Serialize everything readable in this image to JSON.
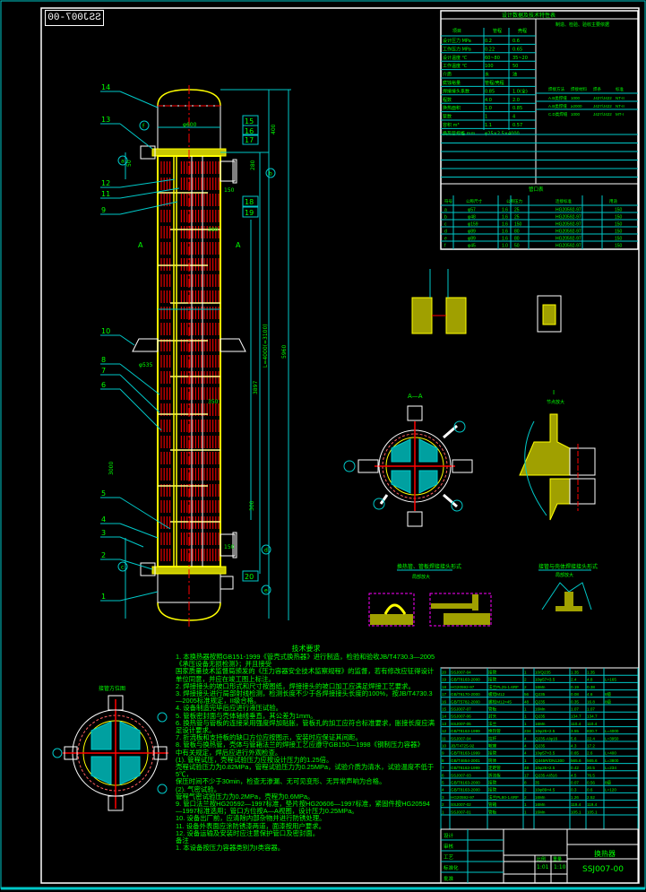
{
  "drawing_number": "SSJ007-00",
  "drawing_title": "换热器",
  "title_block": {
    "scale": "1:10",
    "sheet": "1:01",
    "labels": [
      "设计",
      "审核",
      "工艺",
      "标准化",
      "批准",
      "比例",
      "重量"
    ]
  },
  "design_table": {
    "title": "设计数据及技术特性表",
    "header": [
      "项目",
      "管程",
      "壳程"
    ],
    "right_title": "制造、检验、验收主要依据",
    "rows": [
      [
        "设计压力 MPa",
        "0.2",
        "0.6"
      ],
      [
        "工作压力 MPa",
        "0.22",
        "0.65"
      ],
      [
        "设计温度 ℃",
        "60~80",
        "35~20"
      ],
      [
        "工作温度 ℃",
        "100",
        "50"
      ],
      [
        "介质",
        "水",
        "油"
      ],
      [
        "腐蚀裕量",
        "管程/壳程",
        ""
      ],
      [
        "焊接接头系数",
        "0.85",
        "1.0(全)"
      ],
      [
        "程数",
        "4.0",
        "2.0"
      ],
      [
        "换热面积",
        "1.0",
        "0.85"
      ],
      [
        "管数",
        "1",
        "4"
      ],
      [
        "容积 m³",
        "1.1",
        "0.57"
      ],
      [
        "换热管规格 mm",
        "φ25×2.5×4000",
        ""
      ]
    ],
    "weld_header": [
      "焊接方法",
      "焊接材料",
      "焊条",
      "标准"
    ],
    "weld_rows": [
      [
        "A.B类焊缝",
        "1000",
        "J427/J422",
        "NT-II"
      ],
      [
        "A.B类焊缝",
        "≥2000",
        "J427/J422",
        "NT-II"
      ],
      [
        "C.D类焊缝",
        "1000",
        "J427/J422",
        "MT-I"
      ]
    ]
  },
  "nozzle_table": {
    "title": "管口表",
    "header": [
      "符号",
      "公称尺寸",
      "公称压力",
      "连接标准",
      "用途"
    ],
    "rows": [
      [
        "a",
        "φ57",
        "1.6",
        "25",
        "HG20592-97",
        "150"
      ],
      [
        "b",
        "φ48",
        "1.6",
        "25",
        "HG20592-97",
        "150"
      ],
      [
        "c",
        "φ159",
        "1.6",
        "150",
        "HG20592-97",
        "150"
      ],
      [
        "d",
        "φ89",
        "1.6",
        "80",
        "HG20592-97",
        "150"
      ],
      [
        "e",
        "φ89",
        "1.6",
        "80",
        "HG20592-97",
        "150"
      ],
      [
        "f",
        "φ45",
        "1.0",
        "50",
        "HG20592-97",
        "150"
      ]
    ]
  },
  "tech_requirements": {
    "title": "技术要求",
    "lines": [
      "1. 本换热器按照GB151-1999《管壳式换热器》进行制造，检验和验收JB/T4730.3—2005《承压设备无损检测》；并且接受",
      "   国家质量技术监督局颁发的《压力容器安全技术监察规程》的监督，若有修改应征得设计单位同意，并应在竣工图上标注。",
      "2. 焊接接头的坡口形式和尺寸按图纸，焊接接头的坡口加工应满足焊接工艺要求。",
      "3. 焊接接头进行局部射线检测，检测长度不少于各焊接接头长度的100%，按JB/T4730.3—2005标准规定，II级合格。",
      "4. 设备制造完毕后应进行液压试验。",
      "5. 管板密封面与壳体轴线垂直，其公差为1mm。",
      "6. 换热管与管板的连接采用强度焊加贴胀，管板孔的加工应符合标准要求，胀接长度应满足设计要求。",
      "7. 折流板和支持板的缺口方位应按图示，安装时应保证其间距。",
      "8. 管板与换热管，壳体与管箱法兰的焊接工艺应遵守GB150—1998《钢制压力容器》",
      "   中有关规定，焊后应进行外观检查。",
      "  (1). 管程试压，壳程试验压力应按设计压力的1.25倍。",
      "      壳程试验压力为0.82MPa，管程试验压力为0.25MPa，试验介质为清水，试验温度不低于5℃，",
      "      保压时间不少于30min，检查无渗漏、无可见变形、无异常声响为合格。",
      "  (2). 气密试验。",
      "      管程气密试验压力为0.2MPa，壳程为0.6MPa。",
      "9. 管口法兰按HG20592—1997标准，垫片按HG20606—1997标准，紧固件按HG20594",
      "   —1997标准选用；管口方位按A—A视图，设计压力0.25MPa。",
      "10. 设备出厂前，应清除内部杂物并进行防锈处理。",
      "11. 设备外表面应涂防锈漆两道，面漆按用户要求。",
      "12. 设备运输及安装时应注意保护管口及密封面。",
      "   备注",
      "1. 本设备按压力容器类别为I类容器。"
    ]
  },
  "parts_list": {
    "rows": [
      [
        "20",
        "SSJ007-04",
        "接管",
        "1",
        "10/Q235",
        "1.35",
        "1.35",
        ""
      ],
      [
        "19",
        "GB/T8163-2000",
        "接管",
        "2",
        "10φ57×3.5",
        "2.4",
        "4.8",
        "L=165"
      ],
      [
        "18",
        "HG20592-97",
        "法兰PL25-1.6RF",
        "2",
        "16Mn",
        "0.19",
        "0.38",
        ""
      ],
      [
        "17",
        "GB/T6170-2000",
        "螺母M12",
        "56",
        "Q235",
        "0.08",
        "4.6",
        "8级"
      ],
      [
        "16",
        "GB/T5782-2000",
        "螺栓M12×45",
        "48",
        "Q235",
        "0.35",
        "16.8",
        "8级"
      ],
      [
        "15",
        "SSJ007-07",
        "管板",
        "1",
        "16Mn",
        "1.07",
        "1.07",
        ""
      ],
      [
        "14",
        "SSJ007-06",
        "封头",
        "1",
        "Q235",
        "134.7",
        "134.7",
        ""
      ],
      [
        "13",
        "SSJ007-05",
        "法兰",
        "1",
        "16Mn",
        "110.4",
        "110.4",
        ""
      ],
      [
        "12",
        "GB/T8163-1999",
        "换热管",
        "234",
        "10φ25×2.5",
        "3.55",
        "830.7",
        "L=4000"
      ],
      [
        "11",
        "SSJ007-04",
        "拉杆",
        "4",
        "Q235-A/φ16",
        "5.6",
        "22.4",
        "L=3950"
      ],
      [
        "10",
        "JB/T4725-92",
        "鞍座",
        "4",
        "Q235",
        "4.3",
        "17.2",
        ""
      ],
      [
        "9",
        "GB/T8163-1999",
        "接管",
        "4",
        "10φ57×3.5",
        "0.65",
        "2.6",
        "L=400"
      ],
      [
        "8",
        "GB/T4654-2001",
        "筒体",
        "1",
        "Q345R/DN1300",
        "565.6",
        "565.6",
        "L=3800"
      ],
      [
        "7",
        "GB/T8163-1999",
        "定距管",
        "48",
        "10φ25×2.5",
        "0.42",
        "20.5",
        "L=234"
      ],
      [
        "6",
        "SSJ007-03",
        "折流板",
        "17",
        "Q235-A/δ16",
        "4.5",
        "76.5",
        ""
      ],
      [
        "5",
        "GB/T8163-2000",
        "接管",
        "8",
        "35",
        "0.07",
        "0.56",
        "8级"
      ],
      [
        "4",
        "GB/T8163-2000",
        "接管",
        "2",
        "10φ89×4.5",
        "0.3",
        "0.6",
        "L=120"
      ],
      [
        "3",
        "HG20592-97",
        "法兰PL80-1.6RF",
        "2",
        "16Mn",
        "1.26",
        "2.52",
        ""
      ],
      [
        "2",
        "SSJ007-02",
        "管箱",
        "1",
        "16Mn",
        "119.4",
        "119.4",
        ""
      ],
      [
        "1",
        "SSJ007-01",
        "管板",
        "1",
        "16Mn",
        "105.1",
        "105.1",
        ""
      ]
    ]
  },
  "vessel_labels": [
    "14",
    "13",
    "12",
    "11",
    "9",
    "10",
    "8",
    "7",
    "6",
    "5",
    "4",
    "3",
    "2",
    "1"
  ],
  "vessel_labels_right": [
    "15",
    "16",
    "17",
    "18",
    "19",
    "20"
  ],
  "nozzle_marks": [
    "a",
    "b",
    "c",
    "d",
    "e",
    "f"
  ],
  "dimensions": [
    "φ600",
    "400",
    "280",
    "150",
    "150",
    "50",
    "3897",
    "5960",
    "L=4000(=3100)",
    "3000",
    "380",
    "350",
    "300",
    "φ535"
  ],
  "views": {
    "section_aa": "A—A",
    "section_mark": "A",
    "detail_i": "I",
    "detail_i_sub": "节点放大",
    "detail_weld": "换热管、管板焊接接头形式",
    "detail_weld_sub": "局部放大",
    "detail_nozzle": "接管与壳体焊接接头形式",
    "detail_nozzle_sub": "局部放大",
    "bottom_view": "接管方位图"
  },
  "colors": {
    "frame": "#ffffff",
    "cyan": "#00c8c8",
    "green": "#00ff00",
    "yellow": "#ffff00",
    "red": "#ff0000",
    "magenta": "#ff00ff"
  }
}
